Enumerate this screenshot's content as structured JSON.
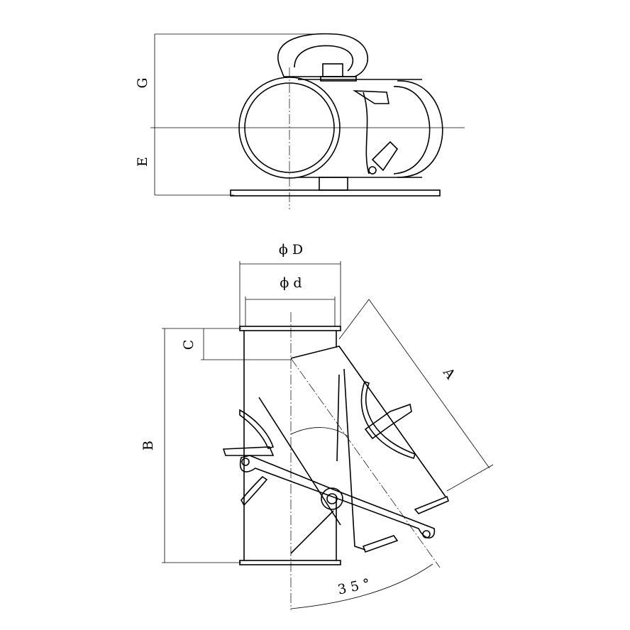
{
  "drawing": {
    "top_view": {
      "dim_G": "G",
      "dim_E": "E"
    },
    "front_view": {
      "dim_D": "ϕ D",
      "dim_d": "ϕ d",
      "dim_C": "C",
      "dim_B": "B",
      "dim_A": "A",
      "angle": "3 5 °"
    }
  }
}
